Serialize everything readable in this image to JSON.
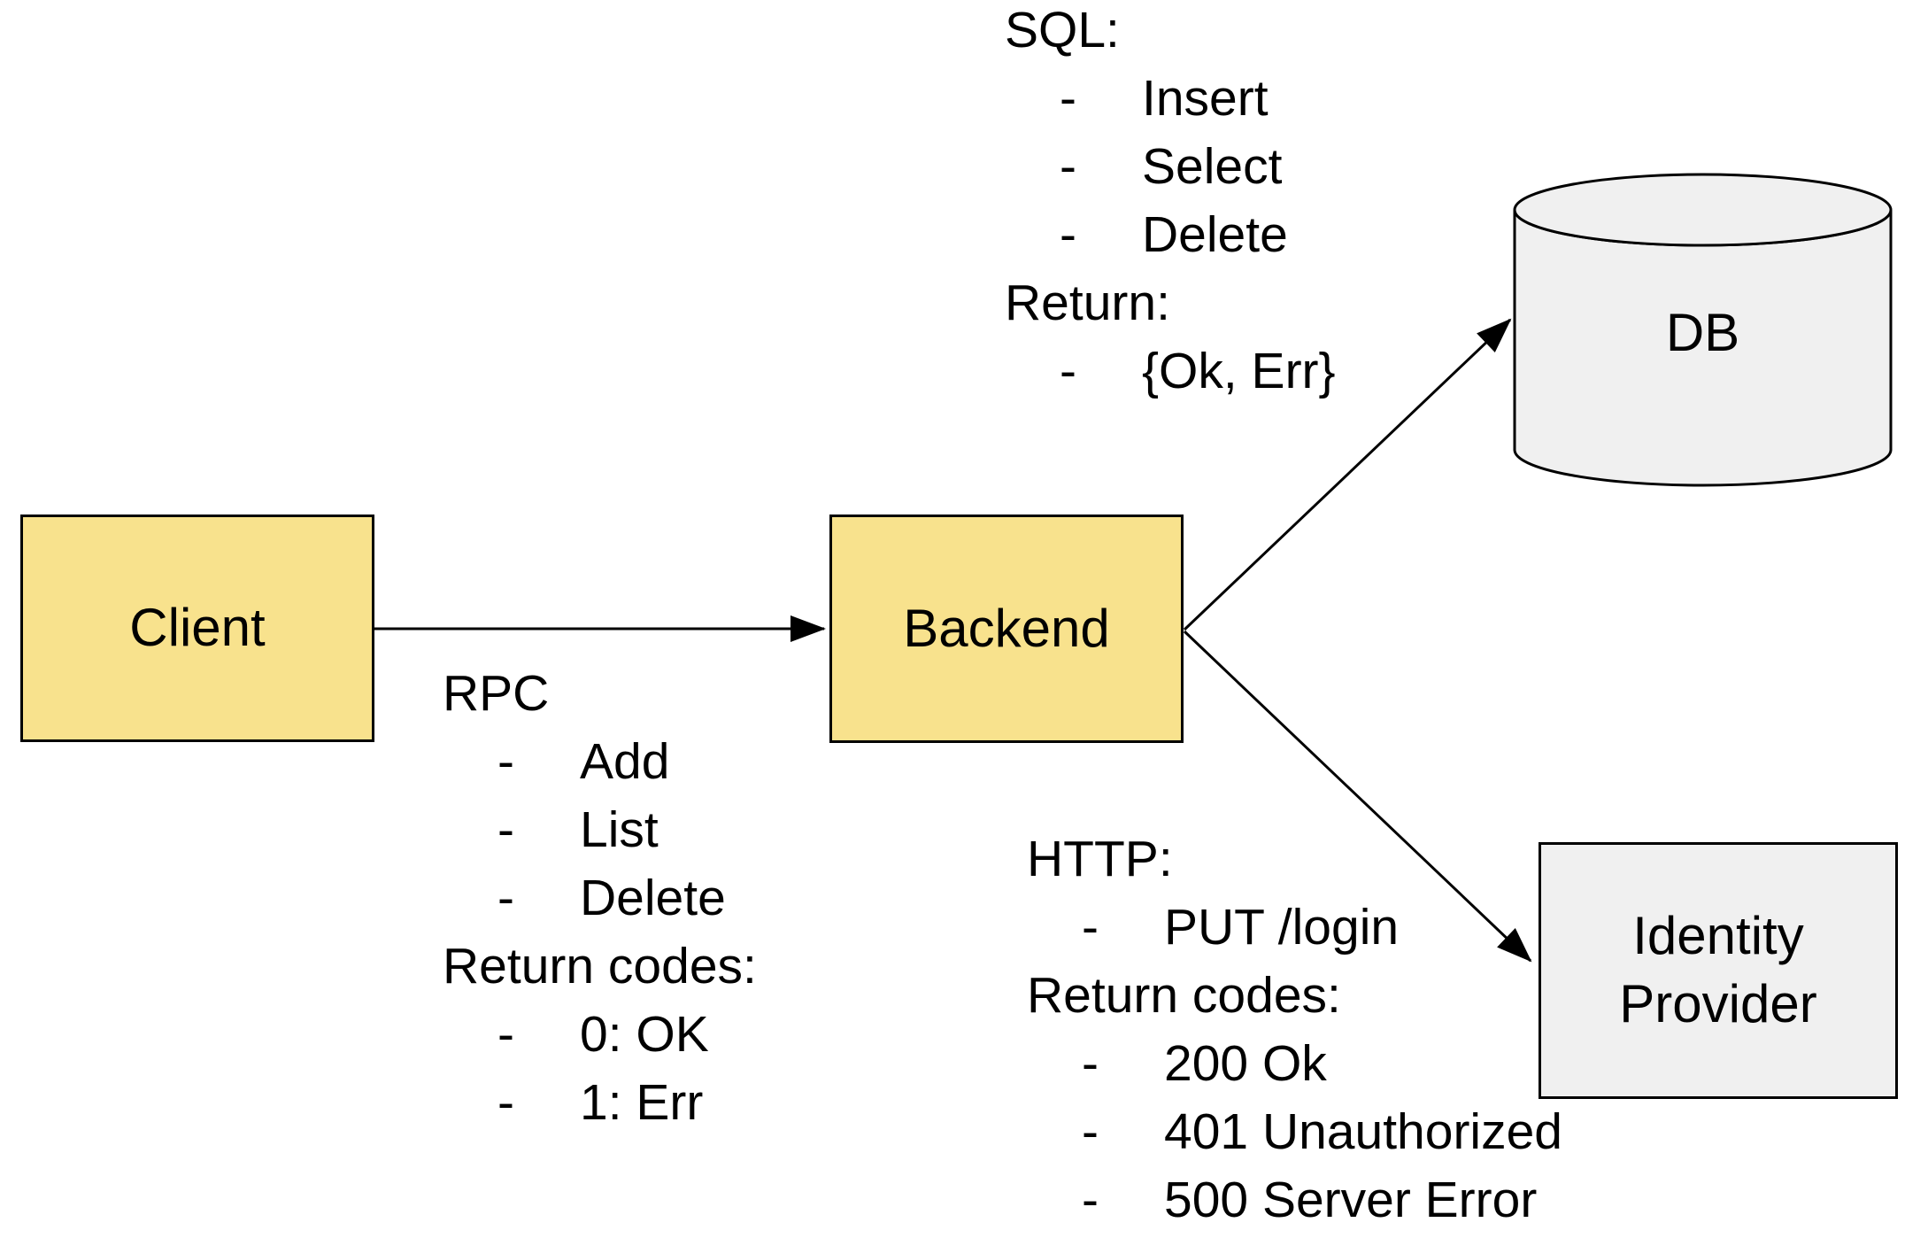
{
  "background": "#ffffff",
  "colors": {
    "node_yellow": "#f8e28d",
    "node_gray": "#f0f0f0",
    "stroke": "#000000"
  },
  "diagram": {
    "nodes": {
      "client": {
        "label": "Client",
        "shape": "rectangle",
        "fill": "#f8e28d"
      },
      "backend": {
        "label": "Backend",
        "shape": "rectangle",
        "fill": "#f8e28d"
      },
      "db": {
        "label": "DB",
        "shape": "cylinder",
        "fill": "#f0f0f0"
      },
      "identity_provider": {
        "label": "Identity Provider",
        "shape": "rectangle",
        "fill": "#f0f0f0"
      }
    },
    "edges": [
      {
        "from": "client",
        "to": "backend",
        "annotation": "rpc"
      },
      {
        "from": "backend",
        "to": "db",
        "annotation": "sql"
      },
      {
        "from": "backend",
        "to": "identity_provider",
        "annotation": "http"
      }
    ],
    "annotations": {
      "rpc": {
        "lines": [
          {
            "t": "RPC"
          },
          {
            "d": "-",
            "t": "Add"
          },
          {
            "d": "-",
            "t": "List"
          },
          {
            "d": "-",
            "t": "Delete"
          },
          {
            "t": "Return codes:"
          },
          {
            "d": "-",
            "t": "0: OK"
          },
          {
            "d": "-",
            "t": "1: Err"
          }
        ]
      },
      "sql": {
        "lines": [
          {
            "t": "SQL:"
          },
          {
            "d": "-",
            "t": "Insert"
          },
          {
            "d": "-",
            "t": "Select"
          },
          {
            "d": "-",
            "t": "Delete"
          },
          {
            "t": "Return:"
          },
          {
            "d": "-",
            "t": "{Ok, Err}"
          }
        ]
      },
      "http": {
        "lines": [
          {
            "t": "HTTP:"
          },
          {
            "d": "-",
            "t": "PUT /login"
          },
          {
            "t": "Return codes:"
          },
          {
            "d": "-",
            "t": "200 Ok"
          },
          {
            "d": "-",
            "t": "401 Unauthorized"
          },
          {
            "d": "-",
            "t": "500 Server Error"
          }
        ]
      }
    }
  }
}
